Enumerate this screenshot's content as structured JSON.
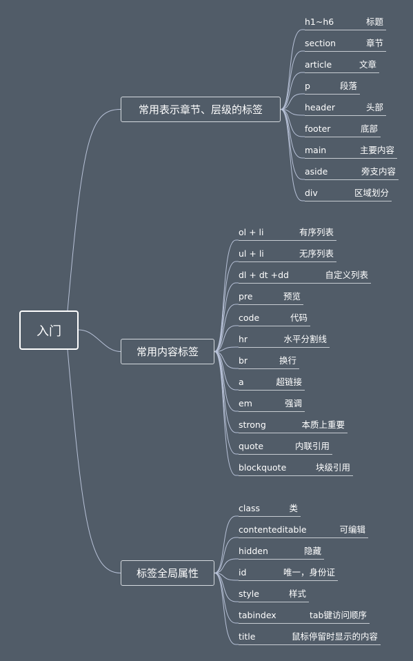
{
  "root": {
    "label": "入门"
  },
  "branches": [
    {
      "label": "常用表示章节、层级的标签",
      "items": [
        {
          "tag": "h1~h6",
          "desc": "标题"
        },
        {
          "tag": "section",
          "desc": "章节"
        },
        {
          "tag": "article",
          "desc": "文章"
        },
        {
          "tag": "p",
          "desc": "段落"
        },
        {
          "tag": "header",
          "desc": "头部"
        },
        {
          "tag": "footer",
          "desc": "底部"
        },
        {
          "tag": "main",
          "desc": "主要内容"
        },
        {
          "tag": "aside",
          "desc": "旁支内容"
        },
        {
          "tag": "div",
          "desc": "区域划分"
        }
      ]
    },
    {
      "label": "常用内容标签",
      "items": [
        {
          "tag": "ol + li",
          "desc": "有序列表"
        },
        {
          "tag": "ul + li",
          "desc": "无序列表"
        },
        {
          "tag": "dl + dt +dd",
          "desc": "自定义列表"
        },
        {
          "tag": "pre",
          "desc": "预览"
        },
        {
          "tag": "code",
          "desc": "代码"
        },
        {
          "tag": "hr",
          "desc": "水平分割线"
        },
        {
          "tag": "br",
          "desc": "换行"
        },
        {
          "tag": "a",
          "desc": "超链接"
        },
        {
          "tag": "em",
          "desc": "强调"
        },
        {
          "tag": "strong",
          "desc": "本质上重要"
        },
        {
          "tag": "quote",
          "desc": "内联引用"
        },
        {
          "tag": "blockquote",
          "desc": "块级引用"
        }
      ]
    },
    {
      "label": "标签全局属性",
      "items": [
        {
          "tag": "class",
          "desc": "类"
        },
        {
          "tag": "contenteditable",
          "desc": "可编辑"
        },
        {
          "tag": "hidden",
          "desc": "隐藏"
        },
        {
          "tag": "id",
          "desc": "唯一，身份证"
        },
        {
          "tag": "style",
          "desc": "样式"
        },
        {
          "tag": "tabindex",
          "desc": "tab键访问顺序"
        },
        {
          "tag": "title",
          "desc": "鼠标停留时显示的内容"
        }
      ]
    }
  ]
}
